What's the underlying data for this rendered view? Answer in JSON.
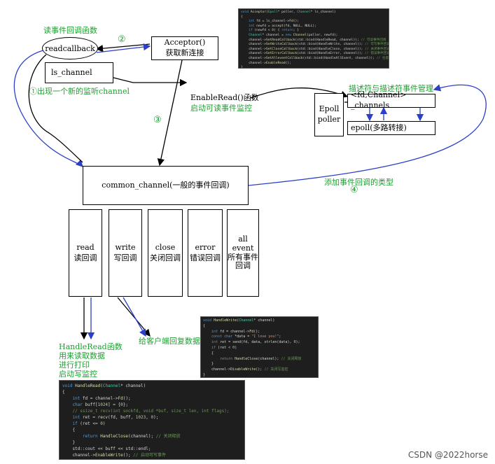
{
  "nodes": {
    "readcallback": "readcallback",
    "readcallback_caption": "读事件回调函数",
    "acceptor_line1": "Acceptor()",
    "acceptor_line2": "获取新连接",
    "ls_channel": "ls_channel",
    "epoll_poller_line1": "Epoll",
    "epoll_poller_line2": "poller",
    "channels_map": "<fd,Channel> _channels",
    "epoll_mux": "epoll(多路转接)",
    "common_channel": "common_channel(一般的事件回调)"
  },
  "callbacks": [
    {
      "line1": "read",
      "line2": "读回调",
      "line3": ""
    },
    {
      "line1": "write",
      "line2": "写回调",
      "line3": ""
    },
    {
      "line1": "close",
      "line2": "关闭回调",
      "line3": ""
    },
    {
      "line1": "error",
      "line2": "错误回调",
      "line3": ""
    },
    {
      "line1": "all",
      "line2": "event",
      "line3": "所有事件",
      "line4": "回调"
    }
  ],
  "annotations": {
    "step1": "①出现一个新的监听channel",
    "step2": "②",
    "step3": "③",
    "step4_text": "添加事件回调的类型",
    "step4": "④",
    "enable_read_line1": "EnableRead()函数",
    "enable_read_line2": "启动可读事件监控",
    "fd_channel_manage": "描述符与描述符事件管理",
    "reply_client": "给客户端回复数据",
    "handle_read_desc1": "HandleRead函数",
    "handle_read_desc2": "用来读取数据",
    "handle_read_desc3": "进行打印",
    "handle_read_desc4": "启动写监控"
  },
  "watermark": "CSDN @2022horse",
  "colors": {
    "annotation": "#1f9e32",
    "arrow_blue": "#2b3fc9",
    "code_bg": "#1e1e1e"
  }
}
